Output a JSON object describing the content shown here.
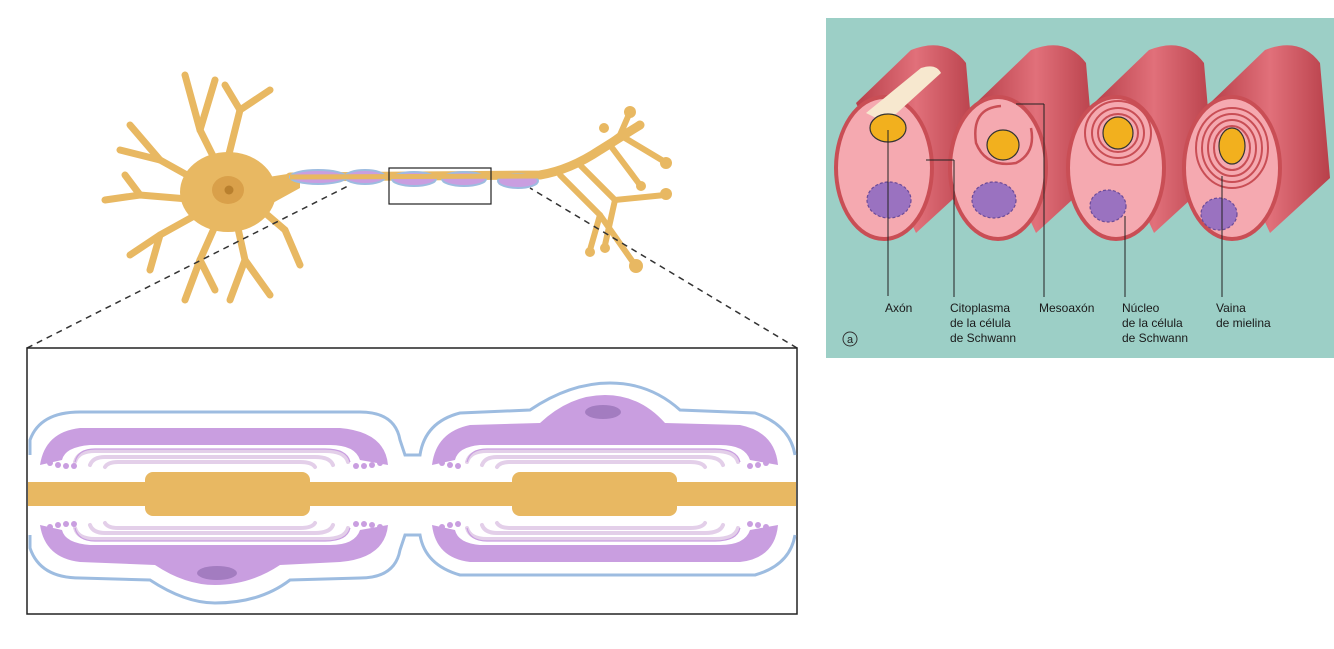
{
  "schwann_panel": {
    "panel_letter": "a",
    "labels": {
      "axon": [
        "Axón"
      ],
      "cytoplasm": [
        "Citoplasma",
        "de la célula",
        "de Schwann"
      ],
      "mesaxon": [
        "Mesoaxón"
      ],
      "nucleus": [
        "Núcleo",
        "de la célula",
        "de Schwann"
      ],
      "sheath": [
        "Vaina",
        "de mielina"
      ]
    }
  },
  "colors": {
    "neuron": "#e8b862",
    "neuron_dark": "#c9923a",
    "myelin_blue": "#9dbce0",
    "myelin_purple": "#c99ee0",
    "myelin_light": "#e3cfe9",
    "panel_bg": "#9ccfc6",
    "sheath_pink": "#f5a9b0",
    "sheath_red": "#c94e55",
    "axon_yellow": "#f2b01e",
    "nucleus_purple": "#9a72c0"
  }
}
